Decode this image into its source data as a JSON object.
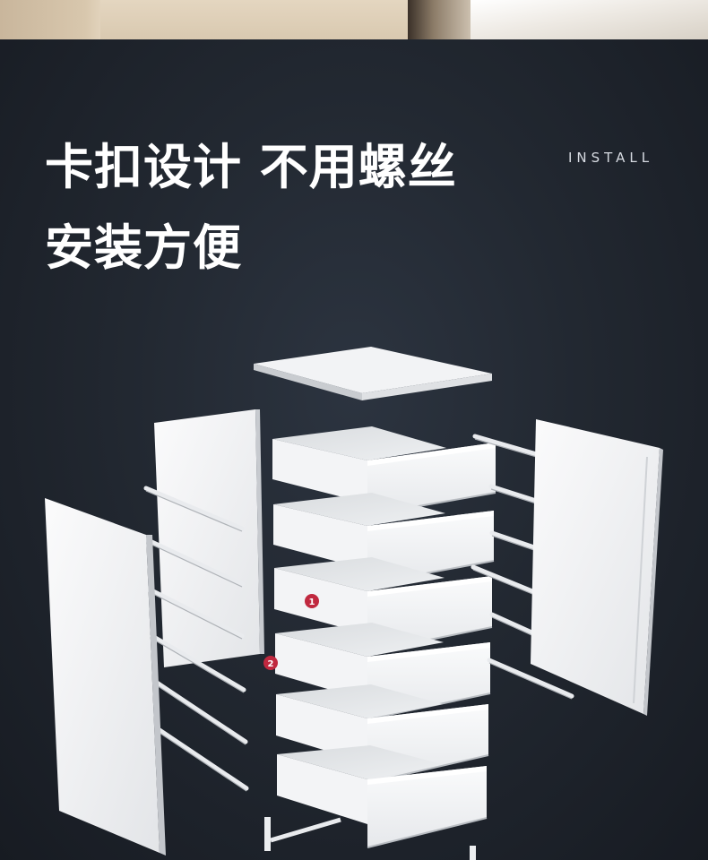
{
  "heading": {
    "line1": "卡扣设计 不用螺丝",
    "line2": "安装方便",
    "eyebrow": "INSTALL"
  },
  "callouts": [
    {
      "number": "1",
      "color": "#c0283f"
    },
    {
      "number": "2",
      "color": "#c0283f"
    }
  ],
  "colors": {
    "background": "#222831",
    "panel": "#f1f2f3",
    "panel_shade": "#d5d8db",
    "accent": "#c0283f"
  },
  "illustration": {
    "drawer_count": 6,
    "rail_pairs": 6
  }
}
